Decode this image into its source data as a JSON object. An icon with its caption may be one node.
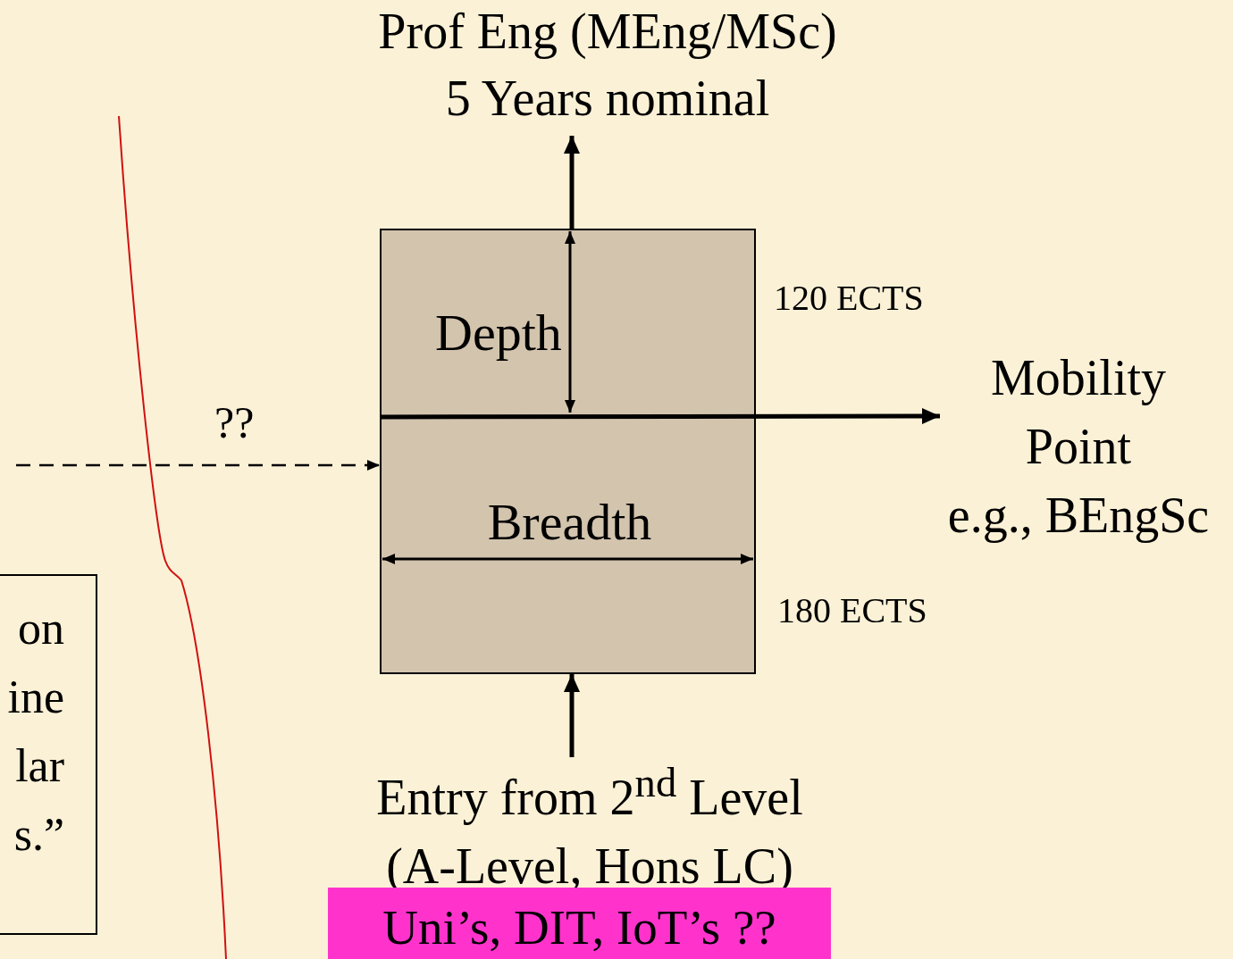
{
  "diagram": {
    "nodes": [
      {
        "text": [
          "Depth"
        ],
        "beside": [
          "120 ECTS"
        ]
      },
      {
        "text": [
          "Breadth"
        ],
        "beside": [
          "180 ECTS"
        ]
      },
      {
        "text": [
          "Prof Eng (MEng/MSc)",
          "5 Years nominal"
        ]
      },
      {
        "text": [
          "Mobility Point",
          "e.g., BEngSc"
        ]
      },
      {
        "text": [
          "Entry from 2$^{nd}$ Level (A-Level, Hons LC)"
        ]
      },
      {
        "text": [
          "Uni’s, DIT, IoT’s ??"
        ]
      },
      {
        "text": [
          "on ine lar s.”"
        ]
      }
    ],
    "edges": [
      {
        "from": 0,
        "to": 2,
        "arrow": "to"
      },
      {
        "from": 0,
        "to": 3,
        "arrow": "to"
      },
      {
        "from": null,
        "to": 1,
        "arrow": "to",
        "style": "dashed",
        "label": "??"
      },
      {
        "from": 4,
        "to": 1,
        "arrow": "to"
      }
    ]
  }
}
